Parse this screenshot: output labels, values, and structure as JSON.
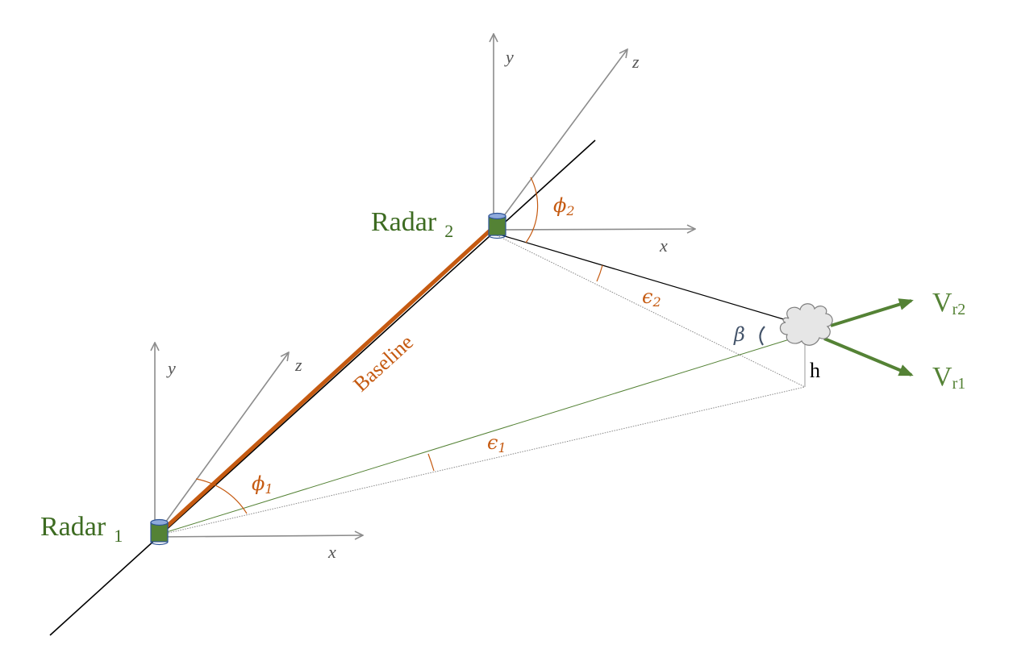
{
  "colors": {
    "axis": "#8c8c8c",
    "baseline": "#c55a11",
    "accent_orange": "#c55a11",
    "radar_green": "#3d6b21",
    "vector_green": "#548235",
    "line_of_sight_green": "#548235",
    "black": "#000000",
    "cloud_fill": "#e6e6e6"
  },
  "radar1": {
    "label": "Radar",
    "subscript": "1"
  },
  "radar2": {
    "label": "Radar",
    "subscript": "2"
  },
  "axes": {
    "x": "x",
    "y": "y",
    "z": "z"
  },
  "baseline_label": "Baseline",
  "angles": {
    "phi1": "ϕ",
    "phi1_sub": "1",
    "phi2": "ϕ",
    "phi2_sub": "2",
    "eps1": "ϵ",
    "eps1_sub": "1",
    "eps2": "ϵ",
    "eps2_sub": "2",
    "beta": "β"
  },
  "height_label": "h",
  "vectors": {
    "vr2": {
      "label": "V",
      "subscript": "r2"
    },
    "vr1": {
      "label": "V",
      "subscript": "r1"
    }
  }
}
